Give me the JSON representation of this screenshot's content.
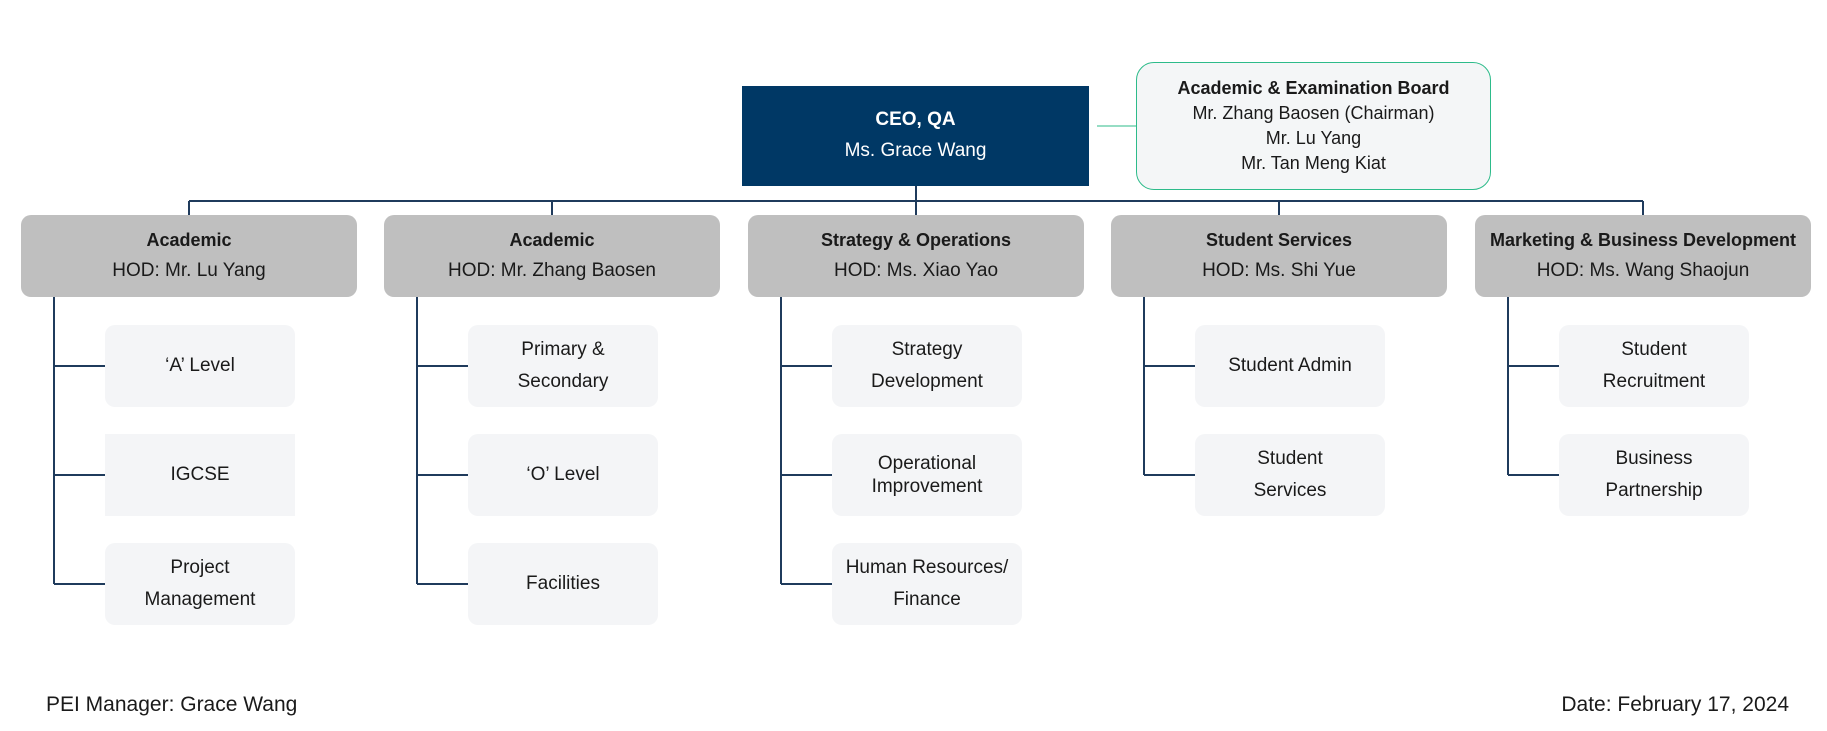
{
  "ceo": {
    "title": "CEO, QA",
    "name": "Ms. Grace Wang"
  },
  "board": {
    "title": "Academic & Examination Board",
    "members": [
      "Mr. Zhang Baosen (Chairman)",
      "Mr. Lu Yang",
      "Mr. Tan Meng Kiat"
    ]
  },
  "departments": [
    {
      "title": "Academic",
      "hod": "HOD: Mr. Lu Yang",
      "units": [
        {
          "lines": [
            "‘A’ Level"
          ]
        },
        {
          "lines": [
            "IGCSE"
          ]
        },
        {
          "lines": [
            "Project",
            "Management"
          ]
        }
      ]
    },
    {
      "title": "Academic",
      "hod": "HOD: Mr. Zhang Baosen",
      "units": [
        {
          "lines": [
            "Primary &",
            "Secondary"
          ]
        },
        {
          "lines": [
            "‘O’ Level"
          ]
        },
        {
          "lines": [
            "Facilities"
          ]
        }
      ]
    },
    {
      "title": "Strategy & Operations",
      "hod": "HOD: Ms. Xiao Yao",
      "units": [
        {
          "lines": [
            "Strategy",
            "Development"
          ]
        },
        {
          "lines": [
            "Operational",
            "Improvement"
          ]
        },
        {
          "lines": [
            "Human Resources/",
            "Finance"
          ]
        }
      ]
    },
    {
      "title": "Student Services",
      "hod": "HOD: Ms. Shi Yue",
      "units": [
        {
          "lines": [
            "Student Admin"
          ]
        },
        {
          "lines": [
            "Student",
            "Services"
          ]
        }
      ]
    },
    {
      "title": "Marketing & Business Development",
      "hod": "HOD: Ms. Wang Shaojun",
      "units": [
        {
          "lines": [
            "Student",
            "Recruitment"
          ]
        },
        {
          "lines": [
            "Business",
            "Partnership"
          ]
        }
      ]
    }
  ],
  "footer": {
    "manager": "PEI Manager: Grace Wang",
    "date": "Date: February 17, 2024"
  },
  "colors": {
    "ceo_fill": "#003865",
    "connector": "#1f3b5c",
    "board_border": "#2dbb8a",
    "department_fill": "#bfbfbf",
    "unit_fill": "#f4f5f7"
  }
}
